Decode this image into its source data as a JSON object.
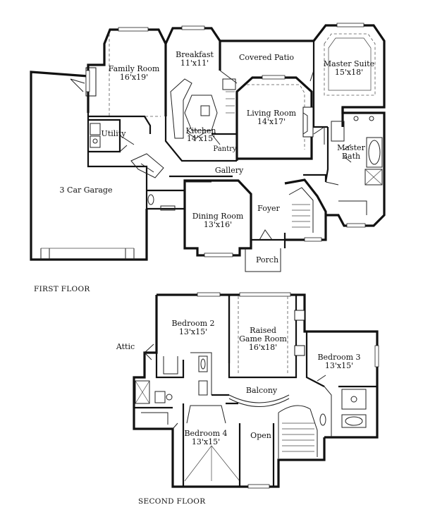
{
  "captions": {
    "first_floor": "FIRST FLOOR",
    "second_floor": "SECOND FLOOR"
  },
  "first_floor_rooms": {
    "family_room": {
      "name": "Family Room",
      "size": "16'x19'"
    },
    "breakfast": {
      "name": "Breakfast",
      "size": "11'x11'"
    },
    "covered_patio": {
      "name": "Covered Patio"
    },
    "master_suite": {
      "name": "Master Suite",
      "size": "15'x18'"
    },
    "living_room": {
      "name": "Living Room",
      "size": "14'x17'"
    },
    "kitchen": {
      "name": "Kitchen",
      "size": "14'x15'"
    },
    "pantry": {
      "name": "Pantry"
    },
    "utility": {
      "name": "Utility"
    },
    "master_bath": {
      "name_line1": "Master",
      "name_line2": "Bath"
    },
    "gallery": {
      "name": "Gallery"
    },
    "garage": {
      "name": "3 Car Garage"
    },
    "foyer": {
      "name": "Foyer"
    },
    "dining_room": {
      "name": "Dining Room",
      "size": "13'x16'"
    },
    "porch": {
      "name": "Porch"
    }
  },
  "second_floor_rooms": {
    "bedroom2": {
      "name": "Bedroom 2",
      "size": "13'x15'"
    },
    "game_room": {
      "name_line1": "Raised",
      "name_line2": "Game Room",
      "size": "16'x18'"
    },
    "bedroom3": {
      "name": "Bedroom 3",
      "size": "13'x15'"
    },
    "attic": {
      "name": "Attic"
    },
    "balcony": {
      "name": "Balcony"
    },
    "bedroom4": {
      "name": "Bedroom 4",
      "size": "13'x15'"
    },
    "open": {
      "name": "Open"
    }
  }
}
